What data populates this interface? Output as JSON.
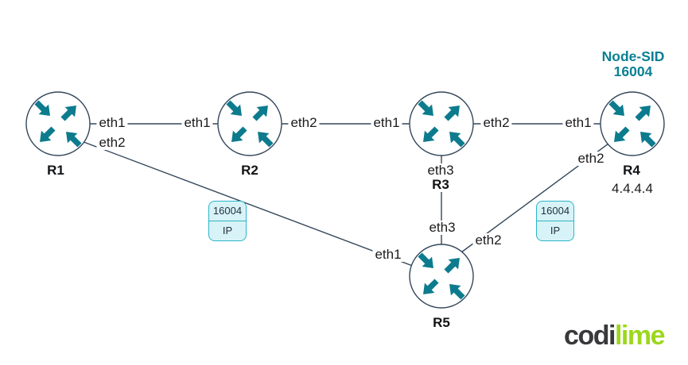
{
  "annotation": {
    "line1": "Node-SID",
    "line2": "16004"
  },
  "nodes": {
    "r1": {
      "name": "R1"
    },
    "r2": {
      "name": "R2"
    },
    "r3": {
      "name": "R3"
    },
    "r4": {
      "name": "R4",
      "ip": "4.4.4.4"
    },
    "r5": {
      "name": "R5"
    }
  },
  "interfaces": {
    "r1": {
      "eth1": "eth1",
      "eth2": "eth2"
    },
    "r2": {
      "eth1": "eth1",
      "eth2": "eth2"
    },
    "r3": {
      "eth1": "eth1",
      "eth2": "eth2",
      "eth3": "eth3"
    },
    "r4": {
      "eth1": "eth1",
      "eth2": "eth2"
    },
    "r5": {
      "eth1": "eth1",
      "eth2": "eth2",
      "eth3": "eth3"
    }
  },
  "sid_labels": {
    "link_r1_r5": {
      "value": "16004",
      "type": "IP"
    },
    "link_r4_r5": {
      "value": "16004",
      "type": "IP"
    }
  },
  "logo": {
    "text_dark": "codi",
    "text_lime": "lime"
  },
  "colors": {
    "link_line": "#33475c",
    "router_arrow_teal": "#0c7b8d",
    "node_sid_teal": "#0b8093",
    "badge_border": "#2cb5c8",
    "badge_background": "#d8f3f7",
    "logo_lime": "#9cd71d",
    "logo_dark": "#39393c"
  }
}
